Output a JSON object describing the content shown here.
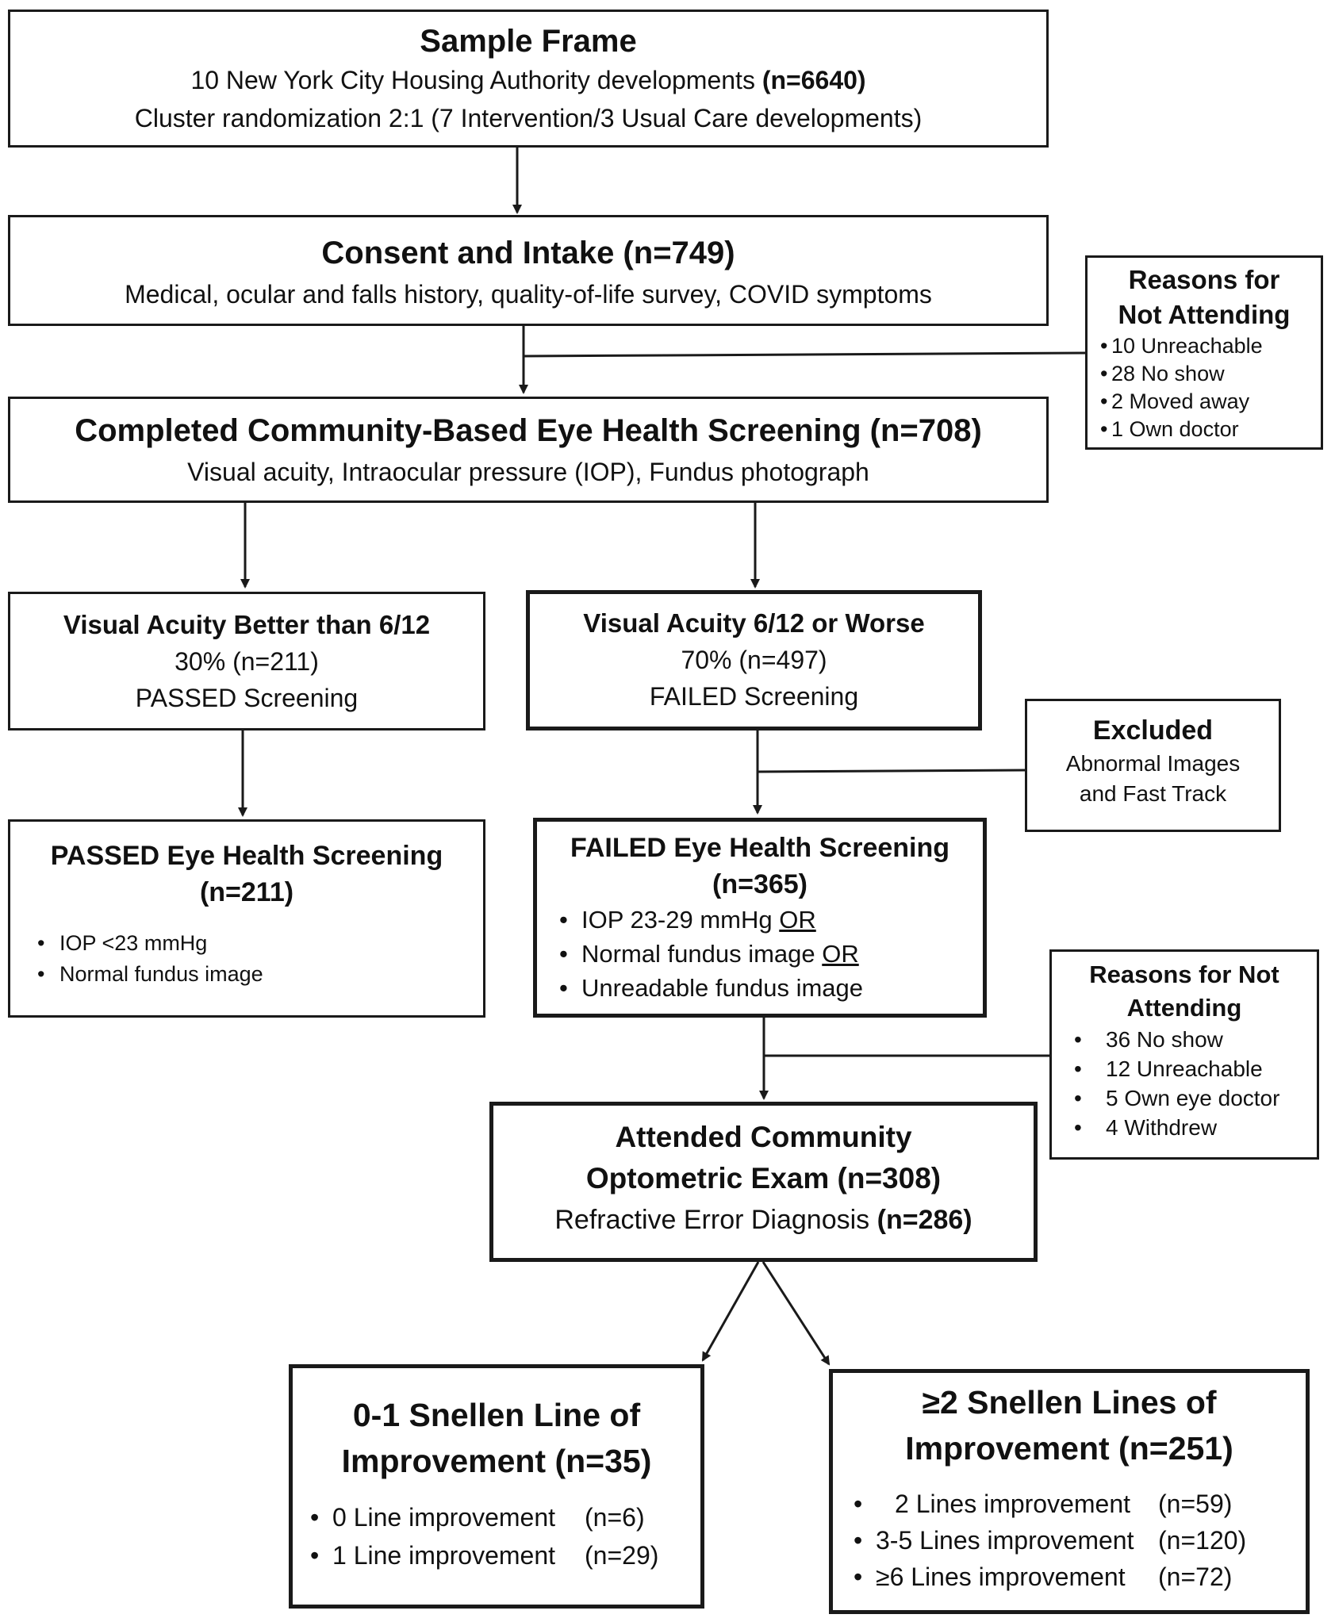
{
  "sample_frame": {
    "title": "Sample Frame",
    "line1_text": "10 New York City Housing Authority developments ",
    "line1_bold": "(n=6640)",
    "line2": "Cluster randomization 2:1 (7 Intervention/3 Usual Care developments)"
  },
  "consent": {
    "title": "Consent and Intake (n=749)",
    "line": "Medical, ocular and falls history, quality-of-life survey, COVID symptoms"
  },
  "not_attending_1": {
    "title_line1": "Reasons for",
    "title_line2": "Not Attending",
    "items": [
      "10 Unreachable",
      "28 No show",
      "2 Moved away",
      "1 Own doctor"
    ]
  },
  "screening": {
    "title": "Completed Community-Based Eye Health Screening (n=708)",
    "line": "Visual acuity, Intraocular pressure (IOP), Fundus photograph"
  },
  "va_better": {
    "title": "Visual Acuity Better than 6/12",
    "line1": "30% (n=211)",
    "line2": "PASSED Screening"
  },
  "va_worse": {
    "title": "Visual Acuity 6/12 or Worse",
    "line1": "70% (n=497)",
    "line2": "FAILED Screening"
  },
  "excluded": {
    "title": "Excluded",
    "line1": "Abnormal Images",
    "line2": "and Fast Track"
  },
  "passed_health": {
    "title_line1": "PASSED Eye Health Screening",
    "title_line2": "(n=211)",
    "items": [
      "IOP <23 mmHg",
      "Normal fundus image"
    ]
  },
  "failed_health": {
    "title_line1": "FAILED Eye Health Screening",
    "title_line2": "(n=365)",
    "item1_text": "IOP 23-29 mmHg ",
    "item1_or": "OR",
    "item2_text": "Normal fundus image ",
    "item2_or": "OR",
    "item3": "Unreadable fundus image"
  },
  "not_attending_2": {
    "title_line1": "Reasons for Not",
    "title_line2": "Attending",
    "items": [
      "36 No show",
      "12 Unreachable",
      "5 Own eye doctor",
      "4 Withdrew"
    ]
  },
  "optometric": {
    "title_line1": "Attended Community",
    "title_line2": "Optometric Exam (n=308)",
    "line3_text": "Refractive Error Diagnosis ",
    "line3_bold": "(n=286)"
  },
  "snellen_low": {
    "title_line1": "0-1 Snellen Line of",
    "title_line2": "Improvement (n=35)",
    "items": [
      {
        "label": "0 Line improvement",
        "count": "(n=6)"
      },
      {
        "label": "1 Line improvement",
        "count": "(n=29)"
      }
    ]
  },
  "snellen_high": {
    "title_symbol": "≥",
    "title_line1": "2 Snellen Lines of",
    "title_line2": "Improvement (n=251)",
    "items": [
      {
        "label": "2 Lines improvement",
        "count": "(n=59)"
      },
      {
        "label": "3-5 Lines improvement",
        "count": "(n=120)"
      },
      {
        "label_symbol": "≥",
        "label": "6 Lines improvement",
        "count": "(n=72)"
      }
    ]
  }
}
